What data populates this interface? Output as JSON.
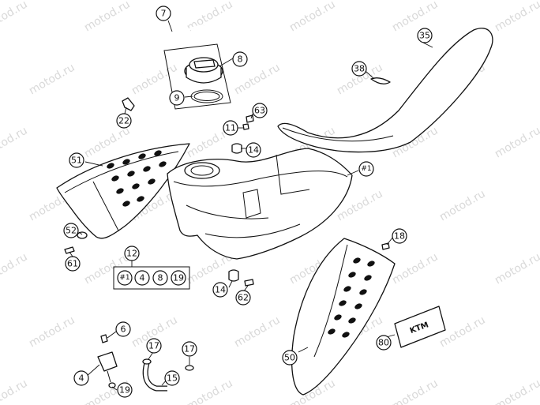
{
  "watermark": "motod.ru",
  "callouts": {
    "c7": "7",
    "c8": "8",
    "c9": "9",
    "c35": "35",
    "c38": "38",
    "c22": "22",
    "c63": "63",
    "c11": "11",
    "c14a": "14",
    "c51": "51",
    "c1a": "#1",
    "c52": "52",
    "c61": "61",
    "c12": "12",
    "group": [
      "#1",
      "4",
      "8",
      "19"
    ],
    "c18": "18",
    "c14b": "14",
    "c62": "62",
    "c6": "6",
    "c17a": "17",
    "c17b": "17",
    "c4": "4",
    "c15": "15",
    "c19": "19",
    "c50": "50",
    "c80": "80"
  },
  "decal_text": "KTM"
}
